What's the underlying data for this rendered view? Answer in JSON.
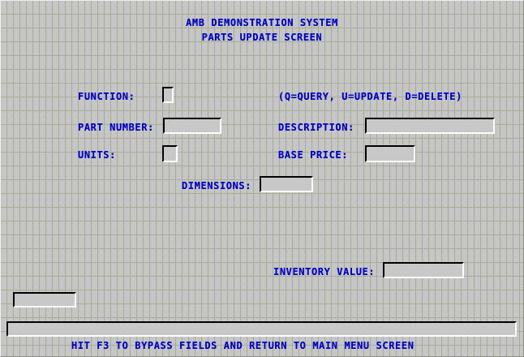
{
  "app": {
    "title_line1": "AMB DEMONSTRATION SYSTEM",
    "title_line2": "PARTS UPDATE SCREEN",
    "accent_color": "#0000cc",
    "background_color": "#c6c6c6",
    "grid_line_color": "#a8ad96"
  },
  "form": {
    "function": {
      "label": "FUNCTION:",
      "value": "",
      "placeholder": "",
      "hint": "(Q=QUERY, U=UPDATE, D=DELETE)",
      "maxlength": "1"
    },
    "part_number": {
      "label": "PART NUMBER:",
      "value": "",
      "placeholder": ""
    },
    "description": {
      "label": "DESCRIPTION:",
      "value": "",
      "placeholder": ""
    },
    "units": {
      "label": "UNITS:",
      "value": "",
      "placeholder": "",
      "maxlength": "1"
    },
    "base_price": {
      "label": "BASE PRICE:",
      "value": "",
      "placeholder": ""
    },
    "dimensions": {
      "label": "DIMENSIONS:",
      "value": "",
      "placeholder": ""
    },
    "inventory_value": {
      "label": "INVENTORY VALUE:",
      "value": "",
      "placeholder": ""
    },
    "scratch": {
      "label": "",
      "value": "",
      "placeholder": ""
    }
  },
  "status": {
    "message_field_value": "",
    "message": "HIT F3 TO BYPASS FIELDS AND RETURN TO MAIN MENU SCREEN"
  }
}
